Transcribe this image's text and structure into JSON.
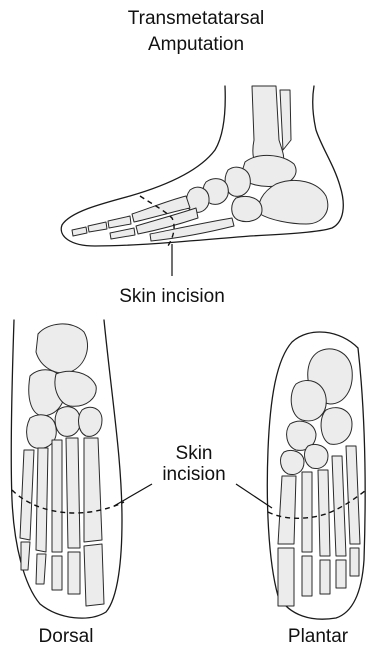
{
  "title": {
    "line1": "Transmetatarsal",
    "line2": "Amputation"
  },
  "labels": {
    "lateral_incision": "Skin incision",
    "view_incision_line1": "Skin",
    "view_incision_line2": "incision",
    "dorsal": "Dorsal",
    "plantar": "Plantar"
  },
  "colors": {
    "outline": "#1a1a1a",
    "bone_fill": "#ececec",
    "bone_stroke": "#2a2a2a",
    "text": "#111111"
  }
}
